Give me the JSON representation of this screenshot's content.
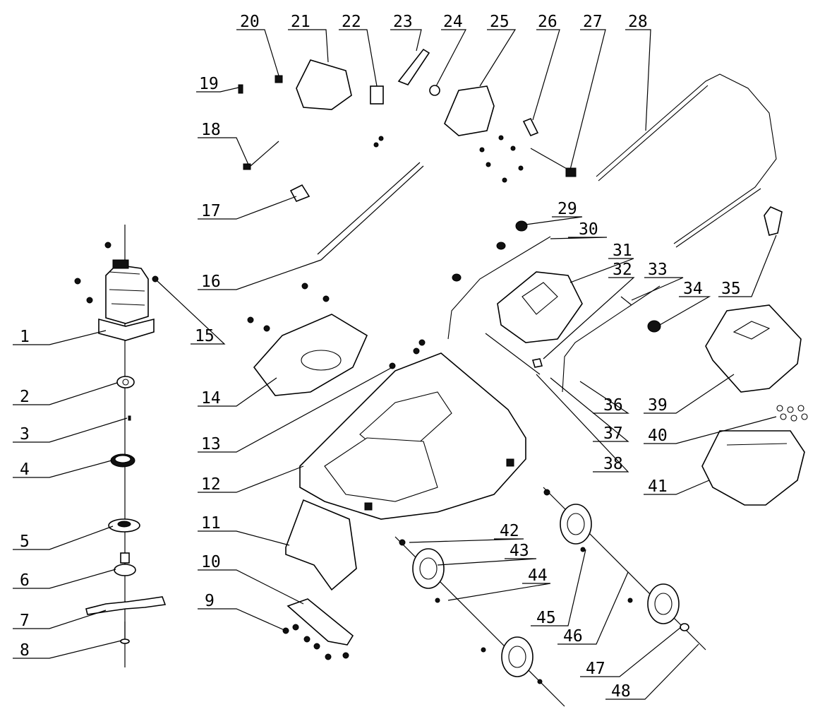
{
  "callouts": [
    {
      "id": 1,
      "label": "1"
    },
    {
      "id": 2,
      "label": "2"
    },
    {
      "id": 3,
      "label": "3"
    },
    {
      "id": 4,
      "label": "4"
    },
    {
      "id": 5,
      "label": "5"
    },
    {
      "id": 6,
      "label": "6"
    },
    {
      "id": 7,
      "label": "7"
    },
    {
      "id": 8,
      "label": "8"
    },
    {
      "id": 9,
      "label": "9"
    },
    {
      "id": 10,
      "label": "10"
    },
    {
      "id": 11,
      "label": "11"
    },
    {
      "id": 12,
      "label": "12"
    },
    {
      "id": 13,
      "label": "13"
    },
    {
      "id": 14,
      "label": "14"
    },
    {
      "id": 15,
      "label": "15"
    },
    {
      "id": 16,
      "label": "16"
    },
    {
      "id": 17,
      "label": "17"
    },
    {
      "id": 18,
      "label": "18"
    },
    {
      "id": 19,
      "label": "19"
    },
    {
      "id": 20,
      "label": "20"
    },
    {
      "id": 21,
      "label": "21"
    },
    {
      "id": 22,
      "label": "22"
    },
    {
      "id": 23,
      "label": "23"
    },
    {
      "id": 24,
      "label": "24"
    },
    {
      "id": 25,
      "label": "25"
    },
    {
      "id": 26,
      "label": "26"
    },
    {
      "id": 27,
      "label": "27"
    },
    {
      "id": 28,
      "label": "28"
    },
    {
      "id": 29,
      "label": "29"
    },
    {
      "id": 30,
      "label": "30"
    },
    {
      "id": 31,
      "label": "31"
    },
    {
      "id": 32,
      "label": "32"
    },
    {
      "id": 33,
      "label": "33"
    },
    {
      "id": 34,
      "label": "34"
    },
    {
      "id": 35,
      "label": "35"
    },
    {
      "id": 36,
      "label": "36"
    },
    {
      "id": 37,
      "label": "37"
    },
    {
      "id": 38,
      "label": "38"
    },
    {
      "id": 39,
      "label": "39"
    },
    {
      "id": 40,
      "label": "40"
    },
    {
      "id": 41,
      "label": "41"
    },
    {
      "id": 42,
      "label": "42"
    },
    {
      "id": 43,
      "label": "43"
    },
    {
      "id": 44,
      "label": "44"
    },
    {
      "id": 45,
      "label": "45"
    },
    {
      "id": 46,
      "label": "46"
    },
    {
      "id": 47,
      "label": "47"
    },
    {
      "id": 48,
      "label": "48"
    }
  ]
}
